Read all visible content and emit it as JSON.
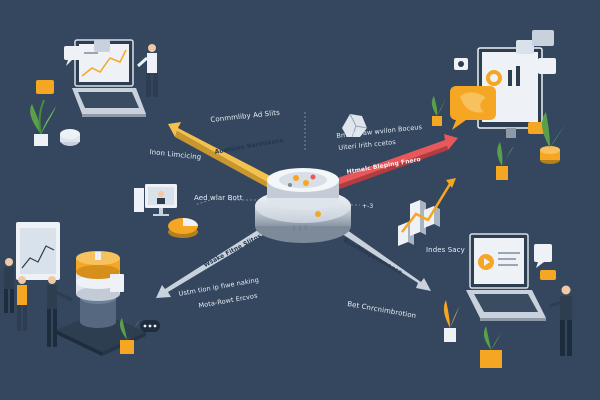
{
  "labels": {
    "top_left_arrow": "Conmmliby Ad Slits",
    "top_left_banner": "Aoatsion Bariniaans",
    "left_upper": "Inon Limcicing",
    "left_middle": "Aed wlar Bott",
    "top_right_arrow_1": "Bmrti Fraw wvilon Boceus",
    "top_right_arrow_2": "Uiteri lrith ccetos",
    "top_right_banner": "Htmelc Bleping Fnero",
    "right_middle": "Indes Sacy",
    "bottom_left_banner": "Wsake Fitne Slitos",
    "bottom_left_1": "Ustm tion ip fiwe naking",
    "bottom_left_2": "Mota-Rowt Ercvos",
    "bottom_right_banner": "Bsarhlmperomaece",
    "bottom_right": "Bet Cnrcnimbrotion",
    "hub_caption": "2 2 5",
    "hub_side": "+-3"
  },
  "colors": {
    "background": "#34475f",
    "arrow_yellow": "#f2c14e",
    "arrow_red": "#e8575a",
    "arrow_gray": "#c9d2dc",
    "accent_orange": "#f5a623",
    "plant_green": "#5aa04a"
  },
  "icons": [
    "laptop-chart-icon",
    "chat-bubble-icon",
    "person-icon",
    "monitor-icon",
    "brain-chat-icon",
    "plant-icon",
    "hub-platform-icon",
    "stack-coin-icon",
    "bar-chart-icon",
    "rock-icon",
    "browser-icon",
    "pie-chart-icon"
  ]
}
